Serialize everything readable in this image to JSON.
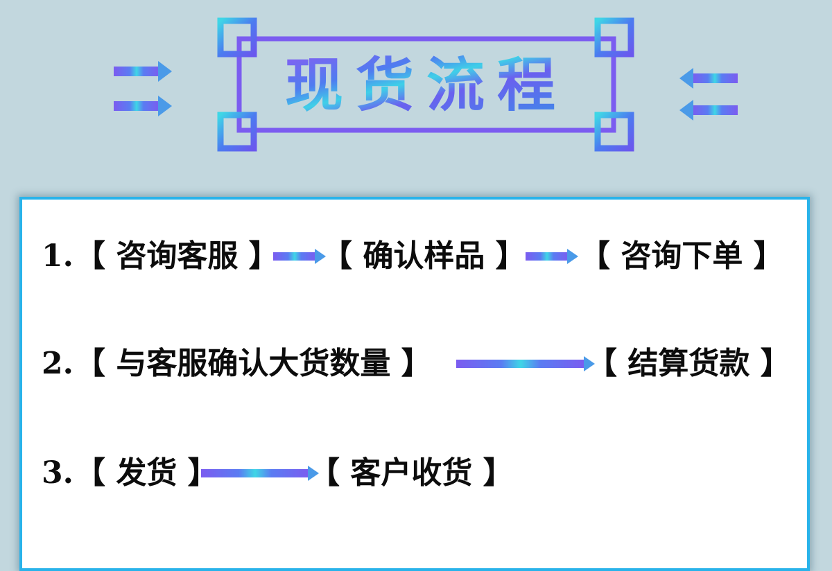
{
  "header": {
    "title": "现货流程"
  },
  "colors": {
    "background": "#c2d7de",
    "panel_border": "#29b3ea",
    "accent_purple": "#7b5cf0",
    "accent_blue": "#2f8fe8",
    "accent_cyan": "#3fd6e6",
    "text": "#0c0c0c"
  },
  "steps": [
    {
      "number": "1.",
      "items": [
        "【 咨询客服 】",
        "【 确认样品 】",
        "【 咨询下单 】"
      ]
    },
    {
      "number": "2.",
      "items": [
        "【 与客服确认大货数量 】",
        "【 结算货款 】"
      ]
    },
    {
      "number": "3.",
      "items": [
        "【 发货 】",
        "【 客户收货 】"
      ]
    }
  ]
}
